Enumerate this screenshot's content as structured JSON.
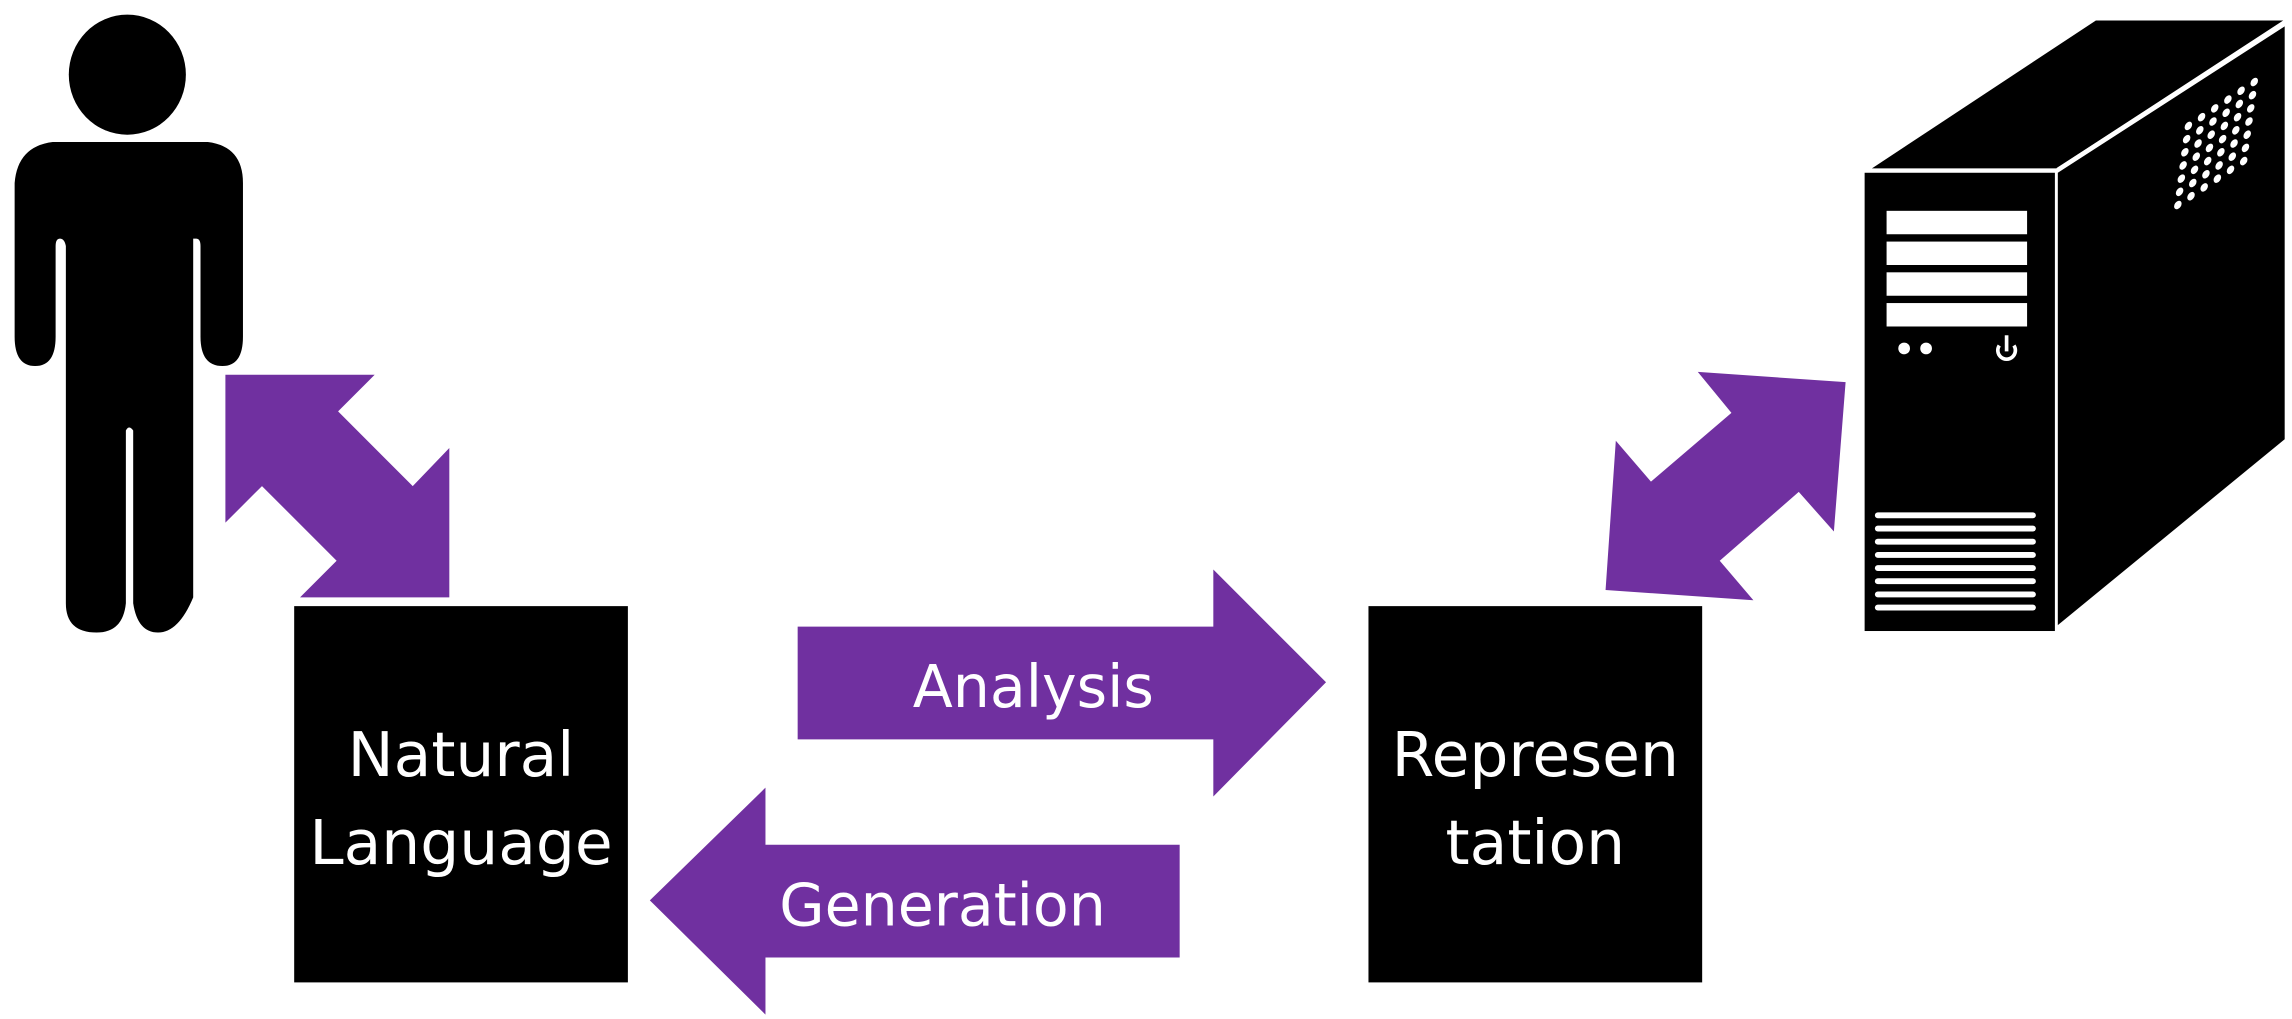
{
  "boxes": {
    "natural_language": {
      "line1": "Natural",
      "line2": "Language"
    },
    "representation": {
      "line1": "Represen",
      "line2": "tation"
    }
  },
  "arrows": {
    "analysis": {
      "label": "Analysis",
      "direction": "right"
    },
    "generation": {
      "label": "Generation",
      "direction": "left"
    }
  },
  "icons": {
    "person": "person-icon",
    "computer": "computer-tower-icon"
  },
  "colors": {
    "arrow": "#7030A0",
    "box": "#000000",
    "box_text": "#ffffff",
    "background": "#ffffff"
  }
}
